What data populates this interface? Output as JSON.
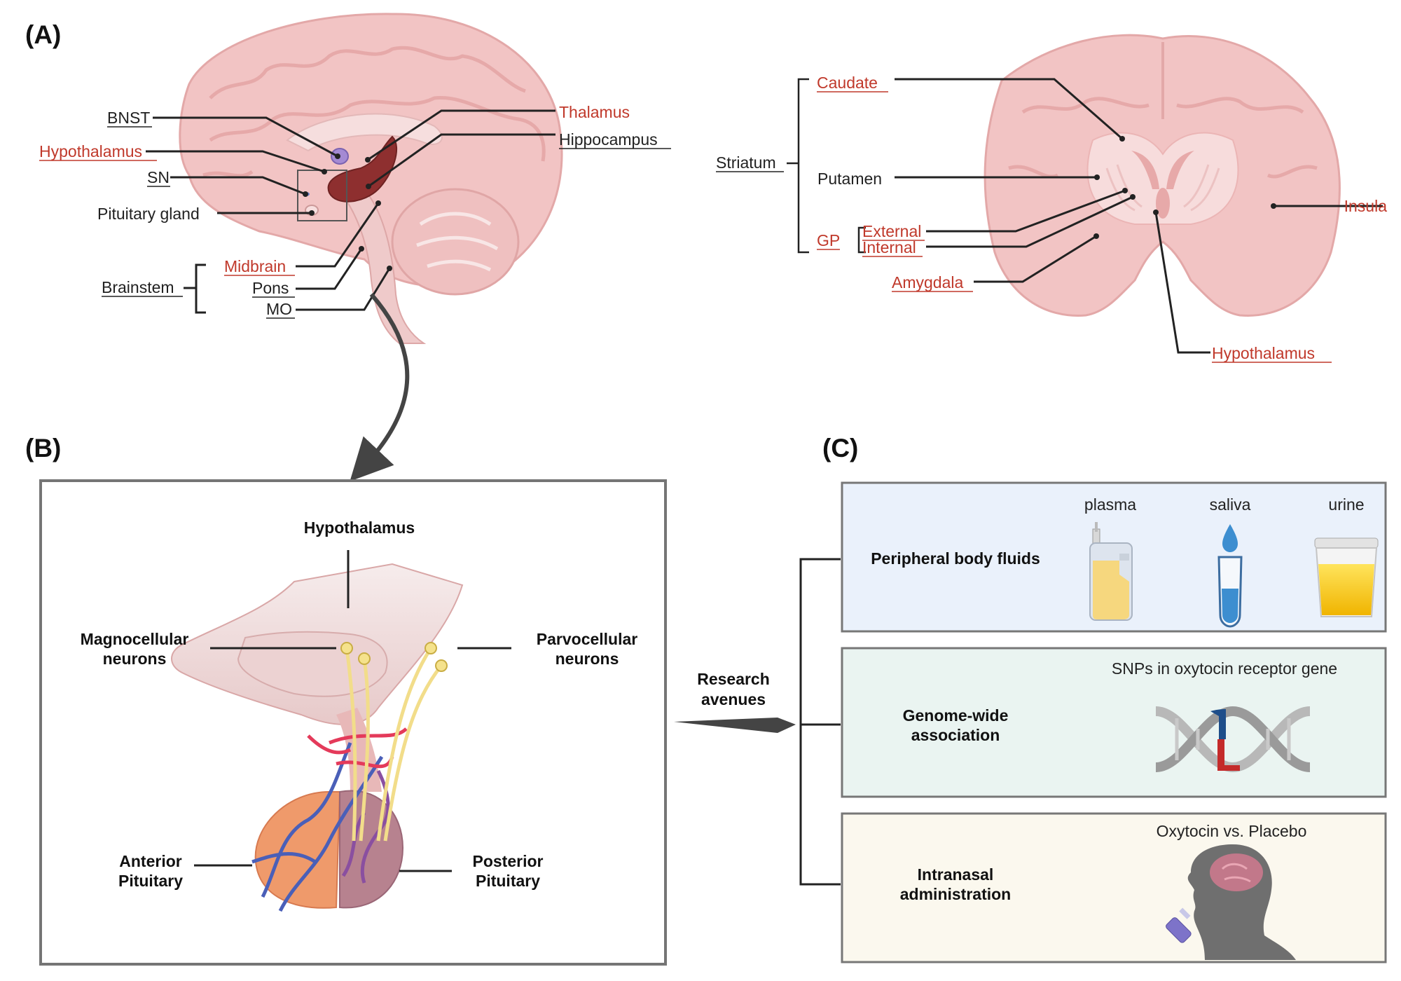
{
  "panels": {
    "a": "(A)",
    "b": "(B)",
    "c": "(C)"
  },
  "sagittal_labels": {
    "bnst": "BNST",
    "hypothalamus": "Hypothalamus",
    "sn": "SN",
    "pituitary": "Pituitary gland",
    "thalamus": "Thalamus",
    "hippocampus": "Hippocampus",
    "brainstem": "Brainstem",
    "midbrain": "Midbrain",
    "pons": "Pons",
    "mo": "MO"
  },
  "coronal_labels": {
    "caudate": "Caudate",
    "striatum": "Striatum",
    "putamen": "Putamen",
    "gp": "GP",
    "external": "External",
    "internal": "Internal",
    "amygdala": "Amygdala",
    "insula": "Insula",
    "hypothalamus": "Hypothalamus"
  },
  "panel_b": {
    "hypothalamus": "Hypothalamus",
    "magno_1": "Magnocellular",
    "magno_2": "neurons",
    "parvo_1": "Parvocellular",
    "parvo_2": "neurons",
    "anterior_1": "Anterior",
    "anterior_2": "Pituitary",
    "posterior_1": "Posterior",
    "posterior_2": "Pituitary"
  },
  "research": {
    "line1": "Research",
    "line2": "avenues"
  },
  "panel_c": {
    "fluids_title": "Peripheral body fluids",
    "plasma": "plasma",
    "saliva": "saliva",
    "urine": "urine",
    "gwas_1": "Genome-wide",
    "gwas_2": "association",
    "snps": "SNPs in oxytocin receptor gene",
    "intranasal_1": "Intranasal",
    "intranasal_2": "administration",
    "oxy": "Oxytocin vs. Placebo"
  },
  "colors": {
    "red_label": "#c0392b",
    "brain_pink": "#f2c4c4",
    "box1_bg": "#eaf1fb",
    "box2_bg": "#eaf4f1",
    "box3_bg": "#fbf8ee",
    "thalamus": "#8e2f2f"
  }
}
